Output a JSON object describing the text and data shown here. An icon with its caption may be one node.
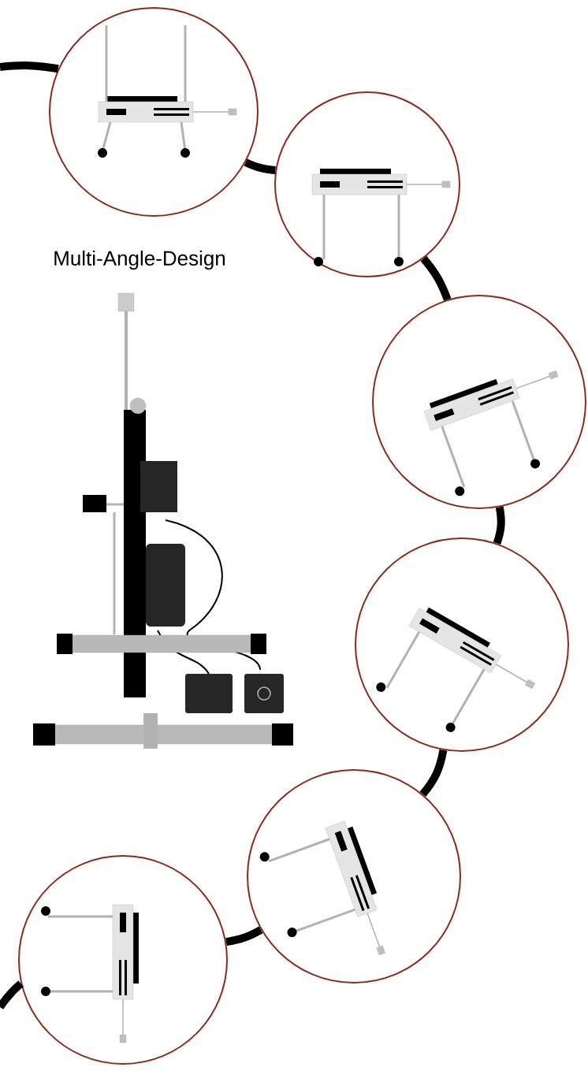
{
  "diagram": {
    "title": "Multi-Angle-Design",
    "nodes": [
      {
        "text": [],
        "shape": "picture"
      },
      {
        "text": [],
        "shape": "picture"
      },
      {
        "text": [],
        "shape": "picture"
      },
      {
        "text": [],
        "shape": "picture"
      },
      {
        "text": [],
        "shape": "picture"
      },
      {
        "text": [],
        "shape": "picture"
      }
    ],
    "edges": [
      {
        "from": null,
        "to": 0,
        "arrow": "none"
      },
      {
        "from": 0,
        "to": 1,
        "arrow": "none"
      },
      {
        "from": 1,
        "to": 2,
        "arrow": "none"
      },
      {
        "from": 2,
        "to": 3,
        "arrow": "none"
      },
      {
        "from": 3,
        "to": 4,
        "arrow": "none"
      },
      {
        "from": 4,
        "to": 5,
        "arrow": "none"
      },
      {
        "from": 5,
        "to": null,
        "arrow": "none"
      }
    ]
  }
}
